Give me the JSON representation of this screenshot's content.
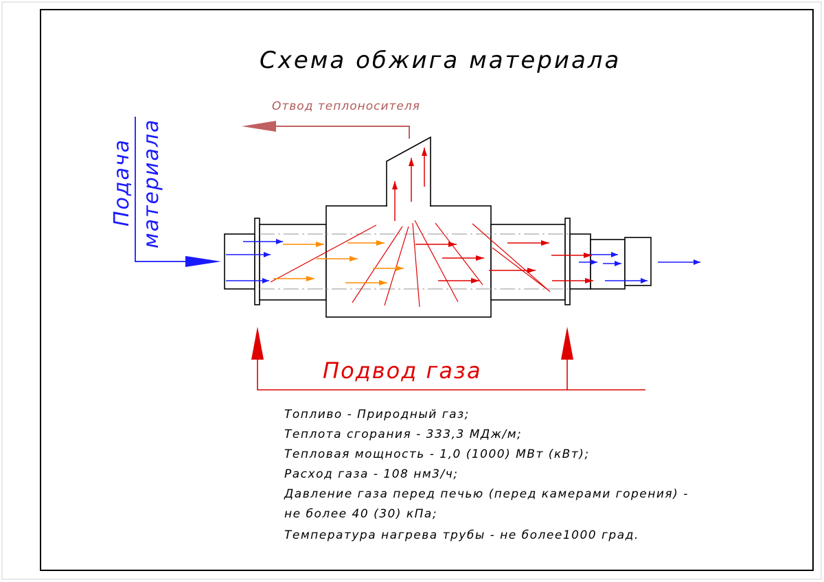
{
  "title": "Схема обжига материала",
  "labels": {
    "heat_carrier_outlet": "Отвод теплоносителя",
    "material_feed_line1": "Подача",
    "material_feed_line2": "материала",
    "gas_supply": "Подвод газа"
  },
  "specs": [
    "Топливо - Природный газ;",
    "Теплота сгорания - 333,3 МДж/м;",
    "Тепловая мощность  - 1,0 (1000) МВт (кВт);",
    "Расход газа - 108 нм3/ч;",
    "Давление газа перед печью (перед камерами горения) -",
    "не более 40 (30) кПа;",
    "Температура нагрева трубы - не более1000 град."
  ],
  "colors": {
    "material_flow": "#1a1aff",
    "heated_material_flow": "#ff8c00",
    "hot_gas_flow": "#e00000",
    "heat_carrier_outlet": "#c06060",
    "outline": "#000000"
  }
}
